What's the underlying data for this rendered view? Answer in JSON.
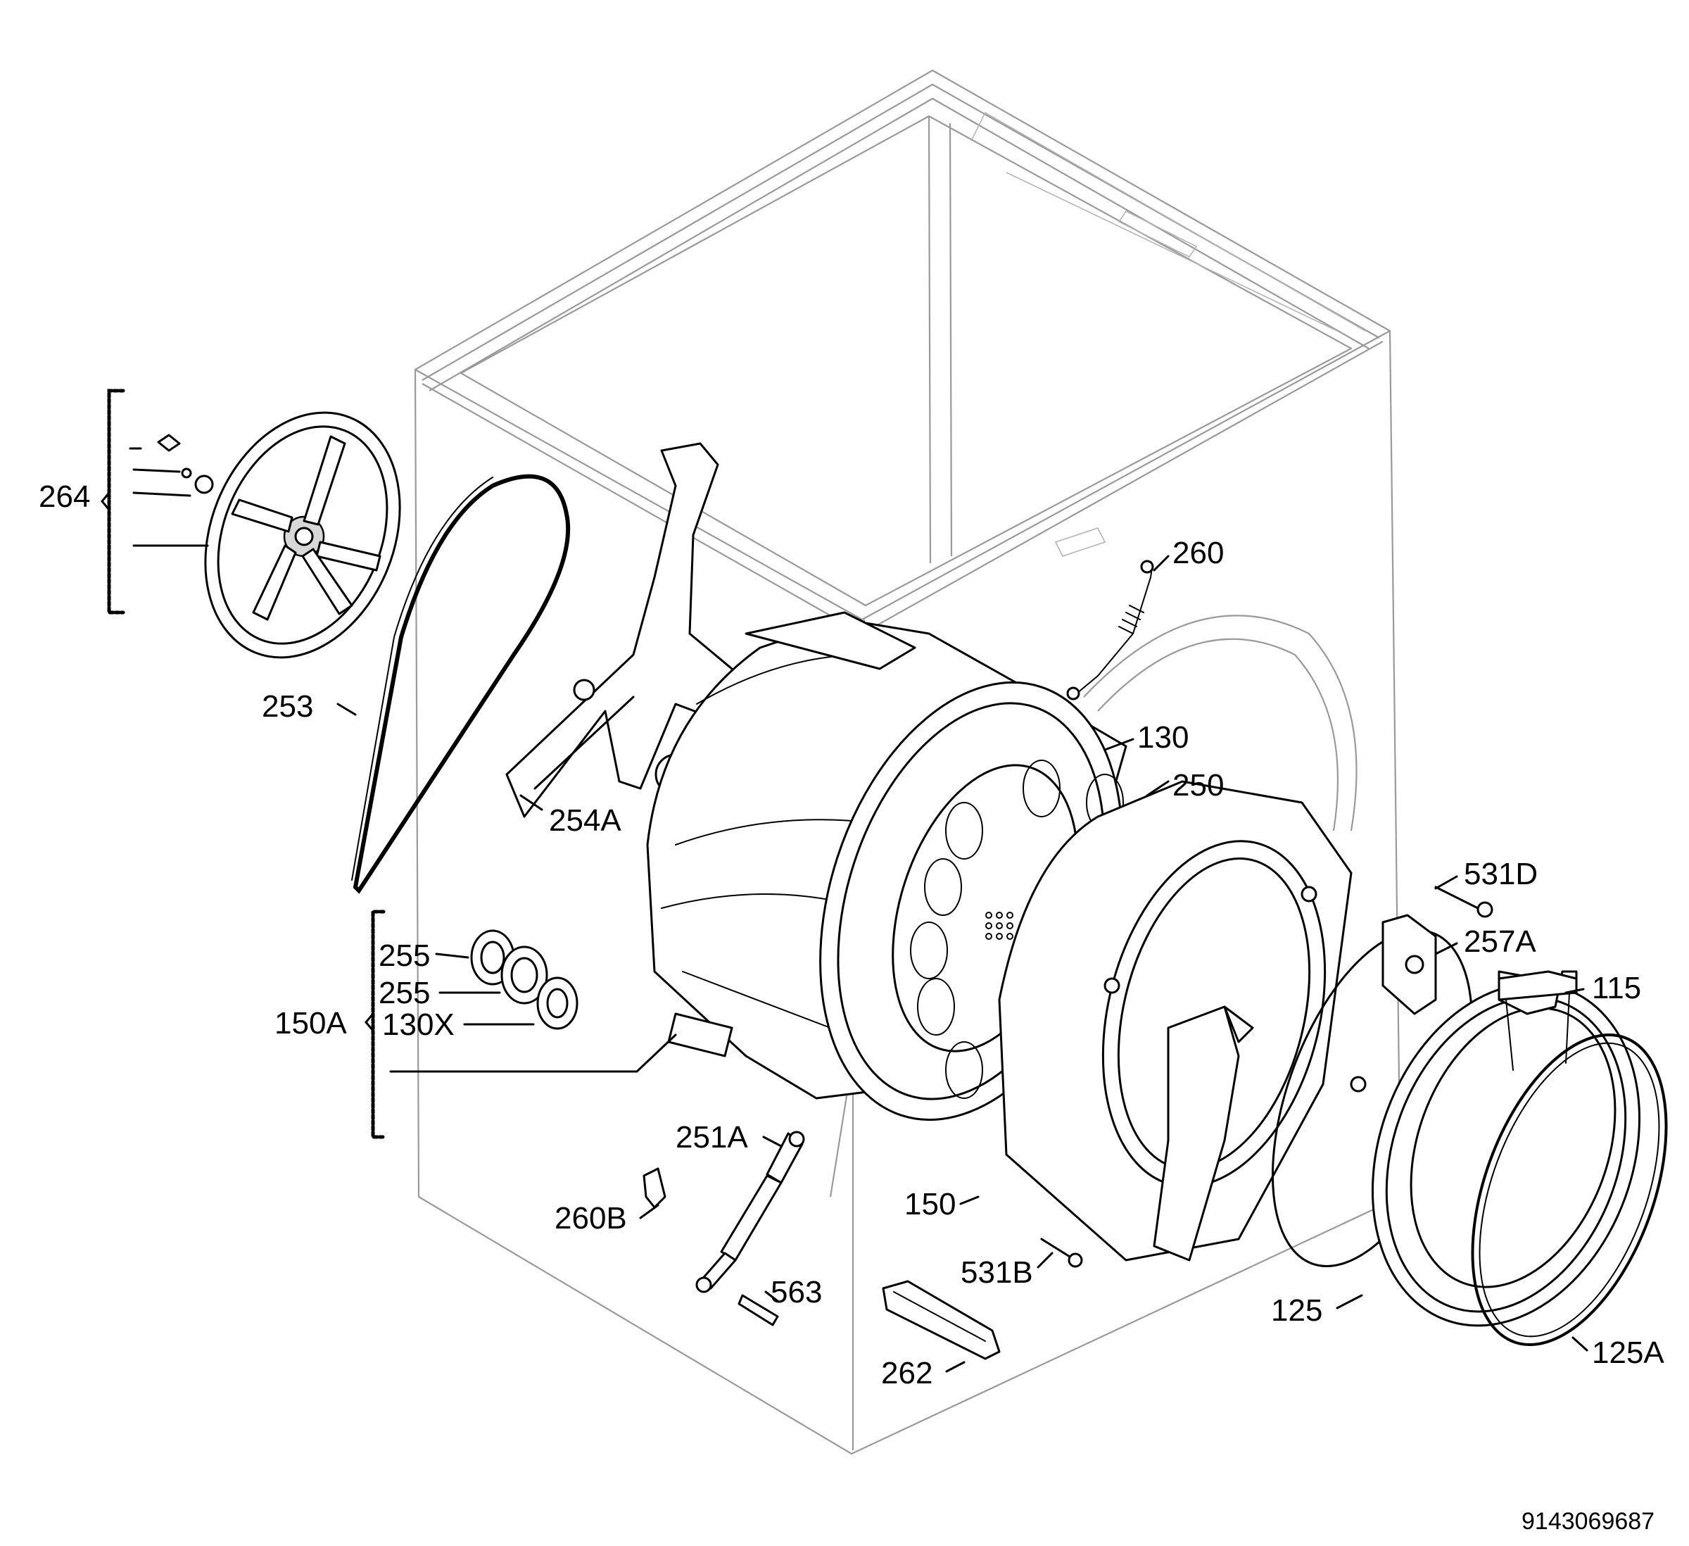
{
  "labels": {
    "264": "264",
    "260": "260",
    "253": "253",
    "130": "130",
    "250": "250",
    "254A": "254A",
    "531D": "531D",
    "257A": "257A",
    "255_a": "255",
    "255_b": "255",
    "115": "115",
    "150A": "150A",
    "130X": "130X",
    "251A": "251A",
    "150": "150",
    "260B": "260B",
    "531B": "531B",
    "563": "563",
    "125": "125",
    "125A": "125A",
    "262": "262"
  },
  "document_code": "9143069687"
}
